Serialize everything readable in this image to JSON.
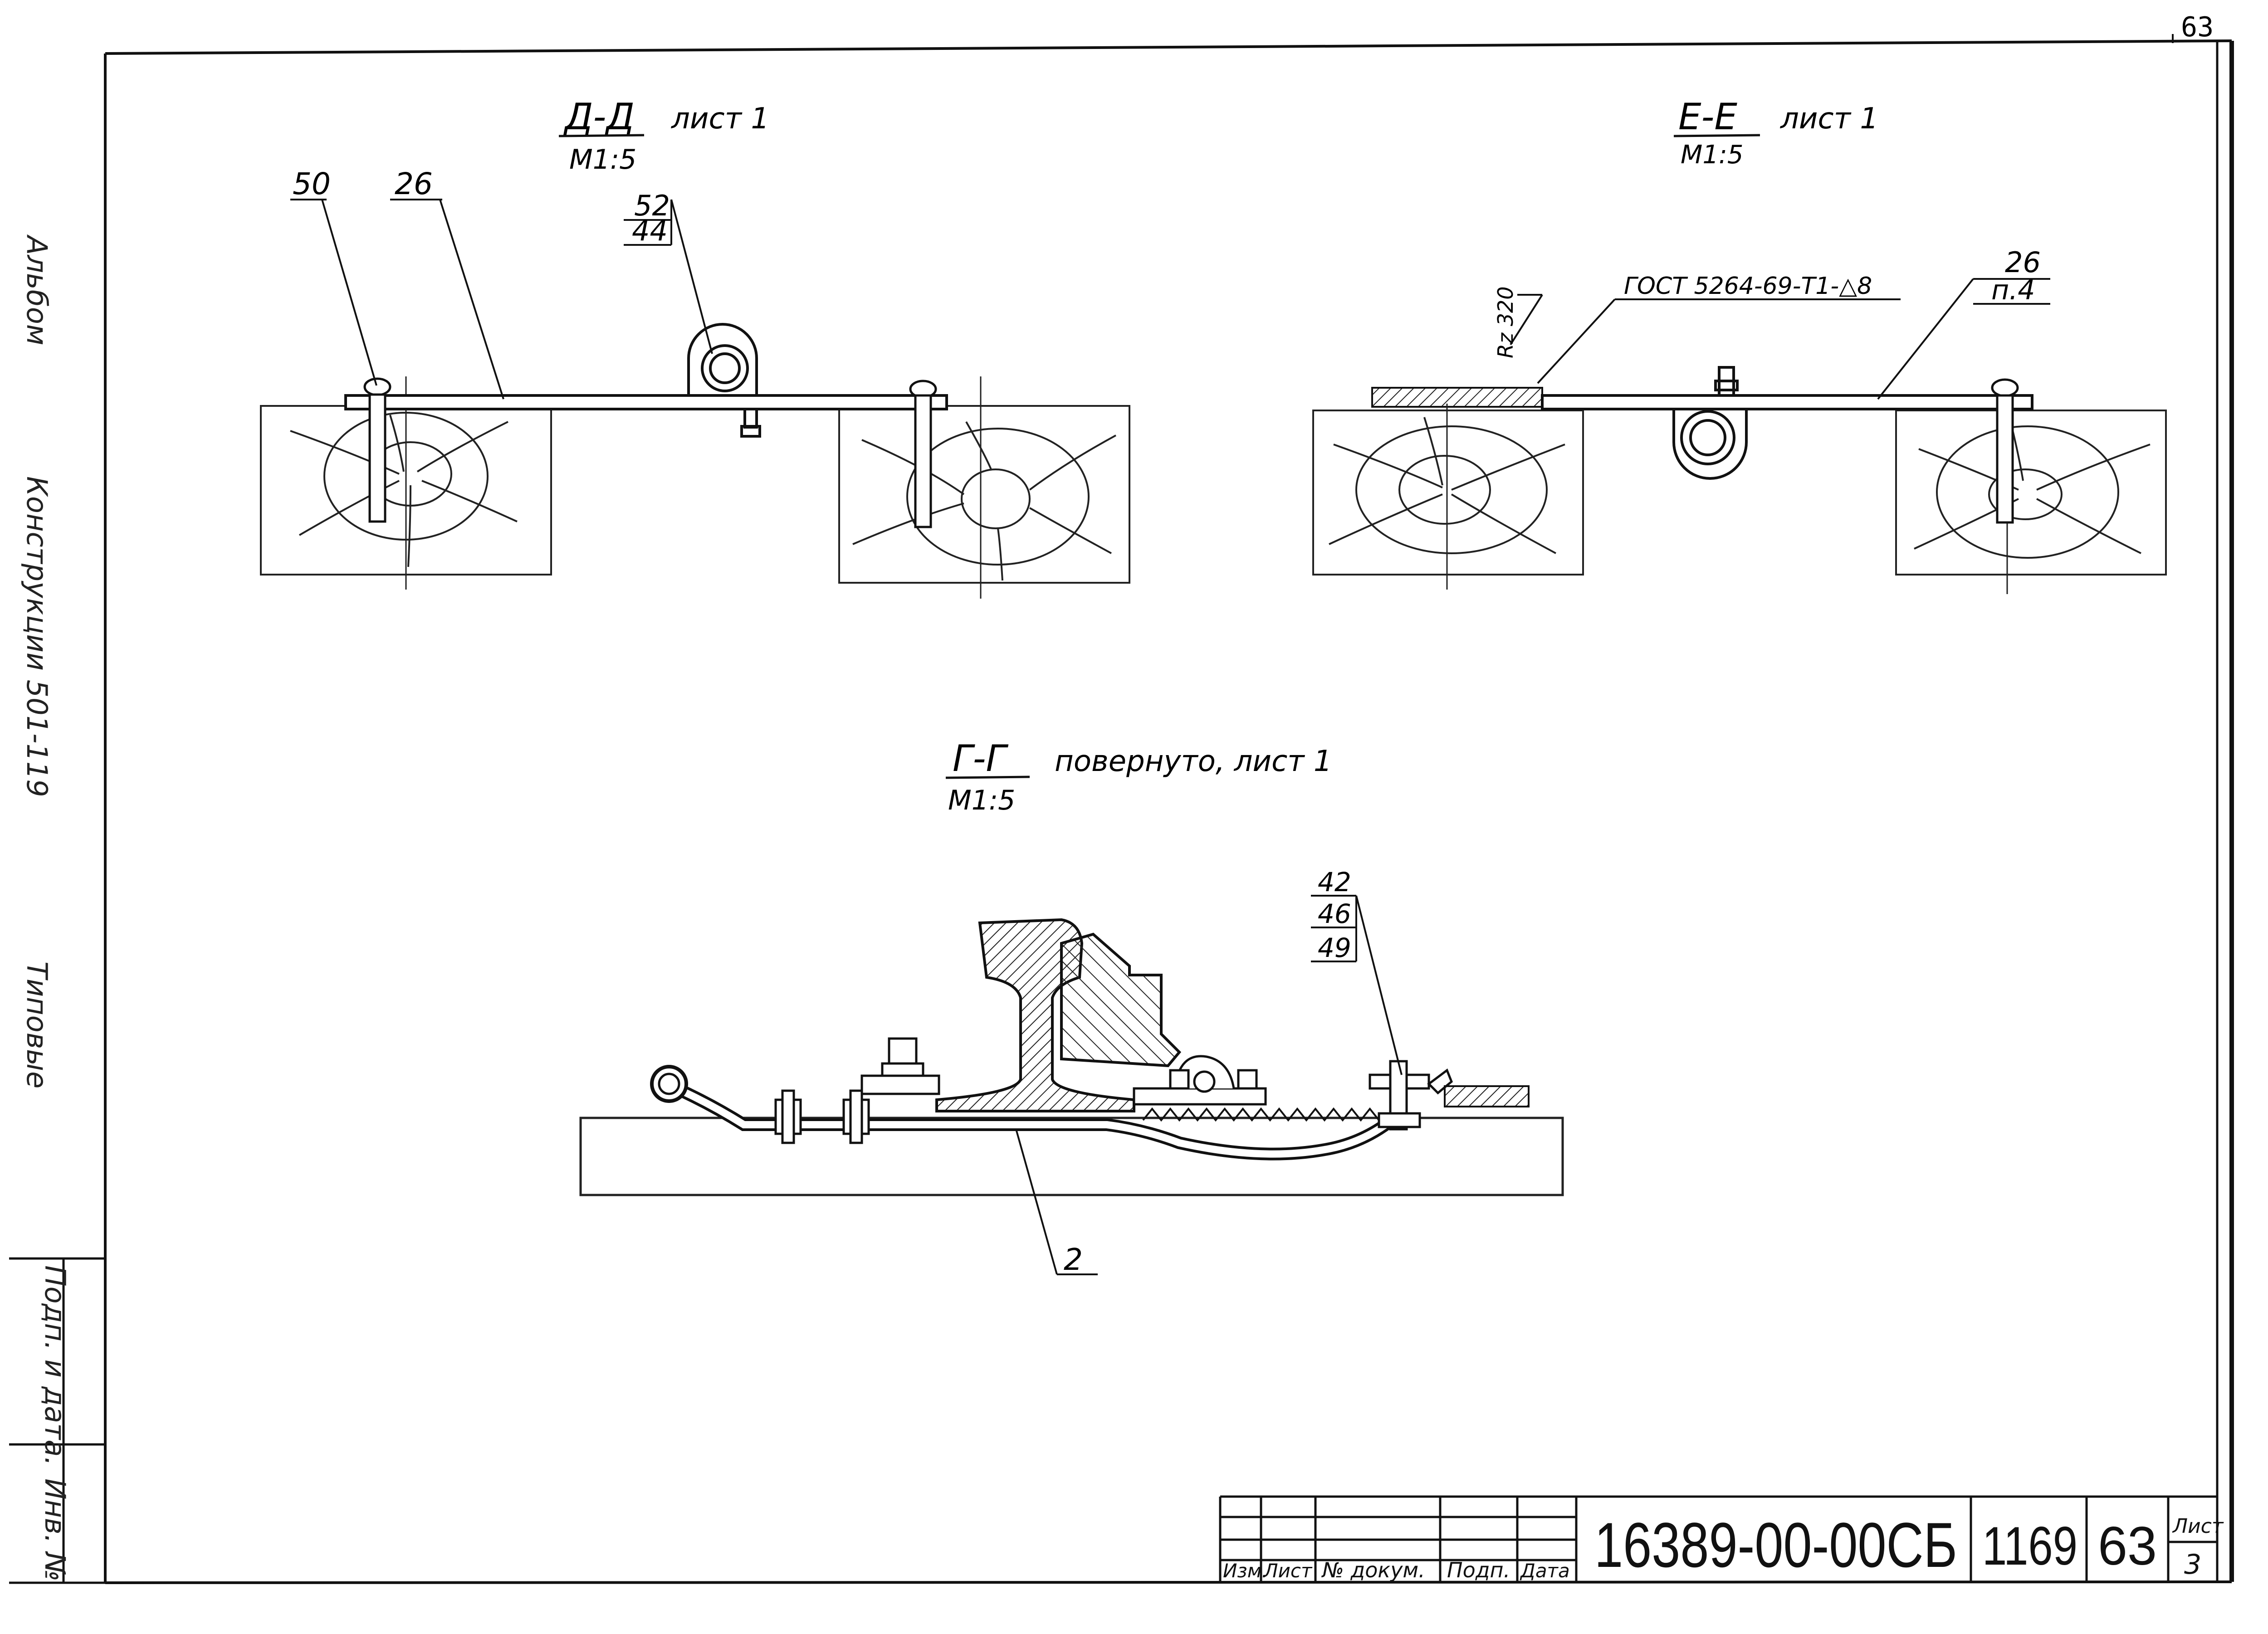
{
  "sheet_corner": "63",
  "views": {
    "dd": {
      "title": "Д-Д",
      "ref": "лист 1",
      "scale": "М1:5",
      "callouts": {
        "c50": "50",
        "c26": "26",
        "c52": "52",
        "c44": "44"
      }
    },
    "ee": {
      "title": "Е-Е",
      "ref": "лист 1",
      "scale": "М1:5",
      "roughness": "Rz 320",
      "weld_note": "ГОСТ 5264-69-Т1-△8",
      "callouts": {
        "c26": "26",
        "p4": "п.4"
      }
    },
    "gg": {
      "title": "Г-Г",
      "ref": "повернуто, лист 1",
      "scale": "М1:5",
      "callouts": {
        "c42": "42",
        "c46": "46",
        "c49": "49",
        "c2": "2"
      }
    }
  },
  "side_text": {
    "top": "Альбом",
    "middle": "Конструкции 501-119",
    "bottom": "Типовые",
    "podp": "Подп. и дата.",
    "inv": "Инв. №"
  },
  "title_block": {
    "izm": "Изм.",
    "list": "Лист",
    "doc": "№ докум.",
    "podp": "Подп.",
    "data": "Дата",
    "designation": "16389-00-00СБ",
    "number": "1169",
    "code": "63",
    "sheet_label": "Лист",
    "sheet_value": "3"
  }
}
